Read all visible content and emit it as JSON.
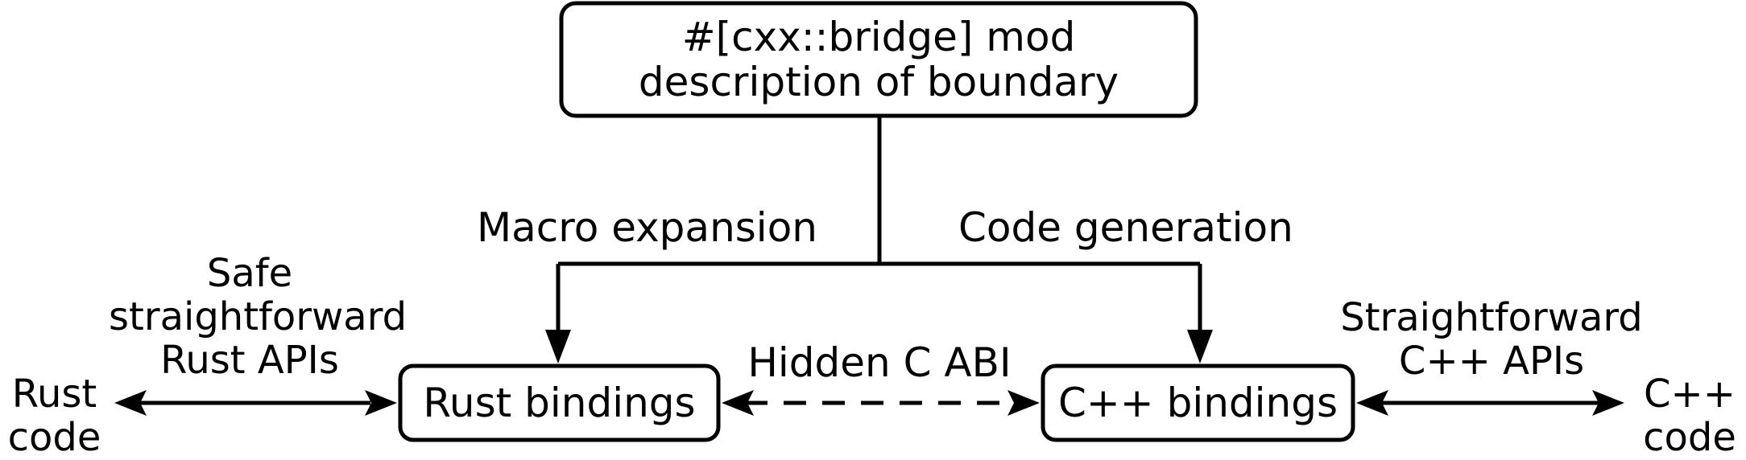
{
  "top_box": {
    "line1": "#[cxx::bridge] mod",
    "line2": "description of boundary"
  },
  "edges": {
    "left_branch_label": "Macro expansion",
    "right_branch_label": "Code generation",
    "middle_label": "Hidden C ABI"
  },
  "rust_bindings": {
    "label": "Rust bindings"
  },
  "cpp_bindings": {
    "label": "C++ bindings"
  },
  "rust_side": {
    "api_line1": "Safe",
    "api_line2": "straightforward",
    "api_line3": "Rust APIs",
    "endpoint_line1": "Rust",
    "endpoint_line2": "code"
  },
  "cpp_side": {
    "api_line1": "Straightforward",
    "api_line2": "C++ APIs",
    "endpoint_line1": "C++",
    "endpoint_line2": "code"
  }
}
